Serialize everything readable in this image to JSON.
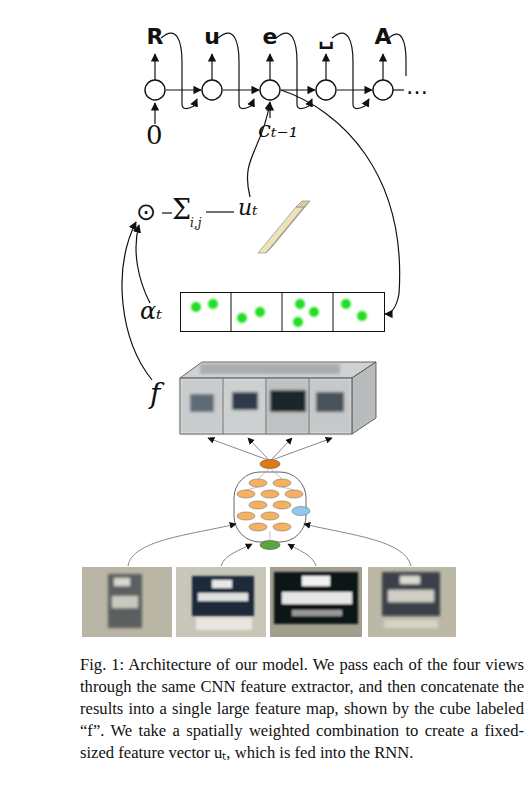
{
  "diagram": {
    "caption": "Fig. 1: Architecture of our model. We pass each of the four views through the same CNN feature extractor, and then concatenate the results into a single large feature map, shown by the cube labeled “f”. We take a spatially weighted combination to create a fixed-sized feature vector uₜ, which is fed into the RNN.",
    "nodes": [
      {
        "text": [
          "R"
        ]
      },
      {
        "text": [
          "u"
        ]
      },
      {
        "text": [
          "e"
        ]
      },
      {
        "text": [
          "␣"
        ]
      },
      {
        "text": [
          "A"
        ]
      },
      {
        "text": [
          "uₜ"
        ]
      },
      {
        "text": [
          "αₜ"
        ]
      },
      {
        "text": [
          "f"
        ]
      }
    ],
    "edges": [
      {
        "from": 0,
        "to": 1,
        "arrow": "to"
      },
      {
        "from": 1,
        "to": 2,
        "arrow": "to"
      },
      {
        "from": 2,
        "to": 3,
        "arrow": "to"
      },
      {
        "from": 3,
        "to": 4,
        "arrow": "to"
      },
      {
        "from": 5,
        "to": 2,
        "arrow": "to"
      },
      {
        "from": 2,
        "to": 6,
        "arrow": "to"
      }
    ],
    "labels": [
      "0",
      "cₜ₋₁",
      "…",
      "⊙",
      "Σ",
      "i,j"
    ]
  }
}
